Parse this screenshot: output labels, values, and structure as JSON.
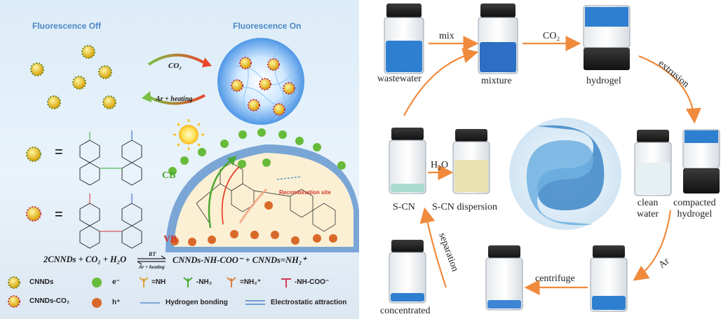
{
  "left": {
    "fluorescence_off": "Fluorescence Off",
    "fluorescence_on": "Fluorescence On",
    "co2_arrow": "CO₂",
    "ar_heating_arrow": "Ar + heating",
    "cb": "CB",
    "vb": "VB",
    "recombination_site": "Recombination site",
    "equals": "=",
    "equation": {
      "lhs": "2CNNDs + CO₂ + H₂O",
      "rt": "RT",
      "ar_heating": "Ar + heating",
      "rhs": "CNNDs-NH-COO⁻ + CNNDs=NH₂⁺"
    },
    "legend": {
      "cnnds": "CNNDs",
      "cnnds_co2": "CNNDs-CO₂",
      "electron": "e⁻",
      "hole": "h⁺",
      "nh": "=NH",
      "nh2": "-NH₂",
      "nh2_plus": "=NH₂⁺",
      "nh_coo": "-NH-COO⁻",
      "hydrogen_bonding": "Hydrogen bonding",
      "electrostatic": "Electrostatic attraction"
    }
  },
  "right": {
    "steps": {
      "mix": "mix",
      "co2": "CO₂",
      "extrusion": "extrusion",
      "ar": "Ar",
      "centrifuge": "centrifuge",
      "separation": "separation",
      "h2o": "H₂O"
    },
    "labels": {
      "wastewater": "wastewater",
      "mixture": "mixture",
      "hydrogel": "hydrogel",
      "clean_water": "clean\nwater",
      "compacted_hydrogel": "compacted\nhydrogel",
      "s_cn": "S-CN",
      "s_cn_dispersion": "S-CN dispersion",
      "concentrated": "concentrated"
    }
  },
  "colors": {
    "arrow_orange": "#f08a3c",
    "header_blue": "#4a86c5",
    "electron_green": "#66bb3a",
    "hole_orange": "#d9692a",
    "cb_green": "#4aa832",
    "vb_red": "#d0352b",
    "liquid_blue": "#2f7fd0"
  }
}
